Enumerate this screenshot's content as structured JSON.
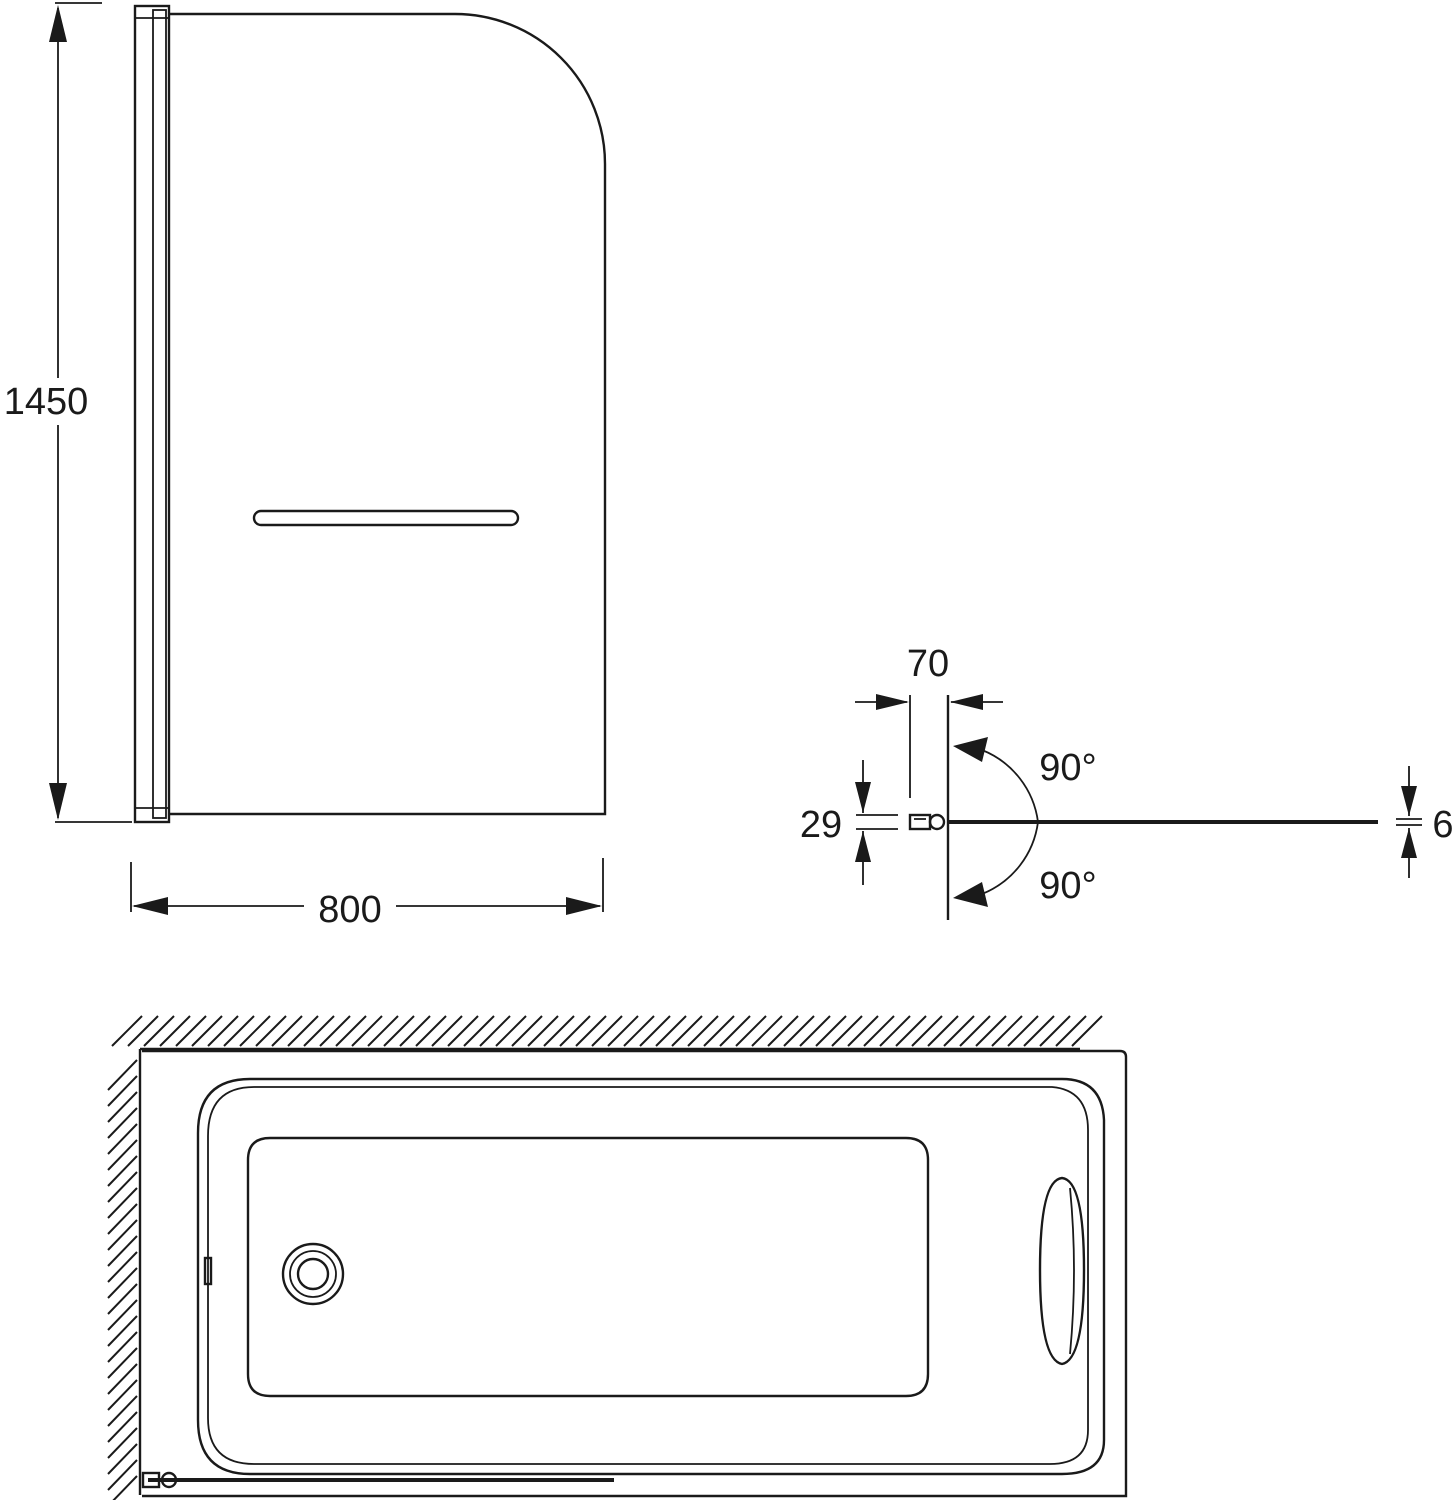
{
  "dimensions": {
    "height": "1450",
    "width": "800",
    "profile_depth": "70",
    "profile_thickness": "29",
    "glass_thickness": "6",
    "rotation_angle_top": "90°",
    "rotation_angle_bottom": "90°"
  },
  "colors": {
    "line": "#1a1a1a",
    "background": "#ffffff"
  }
}
